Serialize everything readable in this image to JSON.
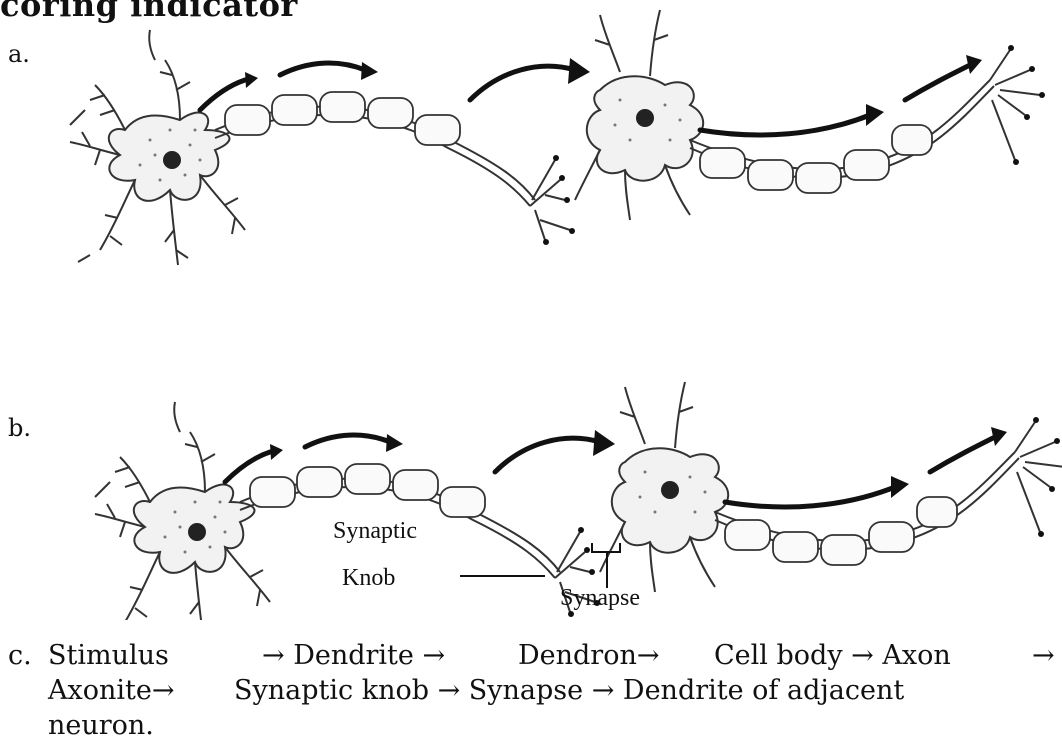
{
  "heading": "coring indicator",
  "parts": {
    "a": "a.",
    "b": "b."
  },
  "labels": {
    "synaptic_knob_line1": "Synaptic",
    "synaptic_knob_line2": "Knob",
    "synapse": "Synapse"
  },
  "sequence": {
    "label": "c.",
    "line1": [
      "Stimulus",
      "→ Dendrite →",
      "Dendron→",
      "Cell body → Axon",
      "→"
    ],
    "line2": [
      "Axonite→",
      "Synaptic knob → Synapse → Dendrite of adjacent"
    ],
    "line3": "neuron."
  }
}
